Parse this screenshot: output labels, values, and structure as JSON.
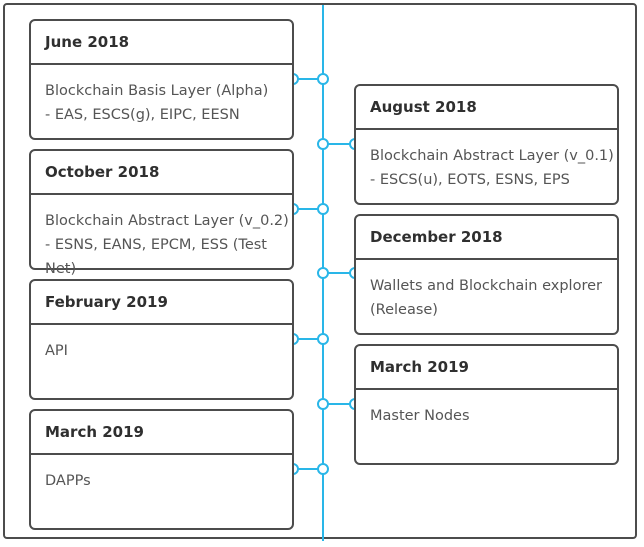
{
  "colors": {
    "accent": "#29b6e8",
    "border": "#4c4c4c"
  },
  "milestones": [
    {
      "date": "June 2018",
      "text": "Blockchain Basis Layer (Alpha)\n- EAS, ESCS(g), EIPC, EESN"
    },
    {
      "date": "August 2018",
      "text": "Blockchain Abstract Layer (v_0.1)\n- ESCS(u), EOTS, ESNS, EPS"
    },
    {
      "date": "October 2018",
      "text": "Blockchain Abstract Layer (v_0.2)\n- ESNS, EANS, EPCM, ESS (Test Net)"
    },
    {
      "date": "December 2018",
      "text": "Wallets and Blockchain explorer\n(Release)"
    },
    {
      "date": "February 2019",
      "text": "API"
    },
    {
      "date": "March 2019",
      "text": "Master Nodes"
    },
    {
      "date": "March 2019",
      "text": "DAPPs"
    }
  ]
}
